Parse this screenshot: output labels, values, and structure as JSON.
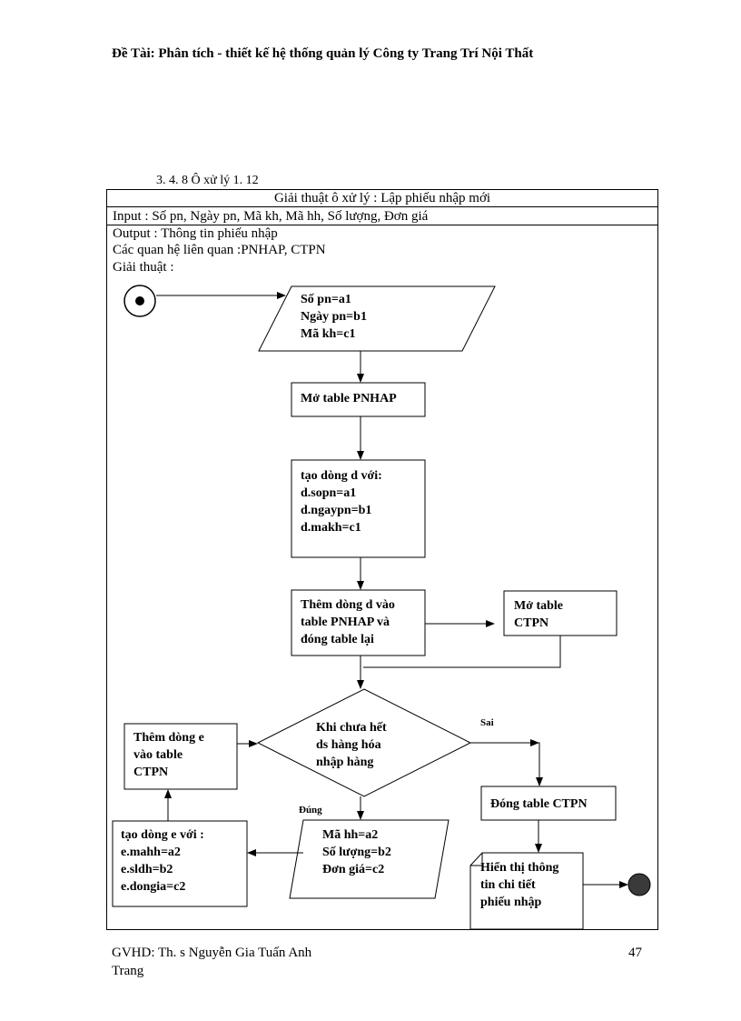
{
  "header": {
    "title": "Đề Tài: Phân tích - thiết kế hệ thống quản lý Công ty Trang Trí Nội Thất"
  },
  "section": {
    "label": "3. 4. 8 Ô xử lý 1. 12"
  },
  "table": {
    "title": "Giải thuật ô xử lý : Lập phiếu nhập mới",
    "input": "Input : Số pn, Ngày pn, Mã kh, Mã hh, Số lượng, Đơn giá",
    "output": "Output : Thông tin phiếu nhập",
    "relations": "Các quan hệ liên quan :PNHAP, CTPN",
    "algorithm_label": "Giải thuật :"
  },
  "flowchart": {
    "input1": [
      "Số pn=a1",
      "Ngày pn=b1",
      "Mã kh=c1"
    ],
    "open_pnhap": [
      "Mở table PNHAP"
    ],
    "create_d": [
      "tạo dòng d với:",
      "d.sopn=a1",
      "d.ngaypn=b1",
      "d.makh=c1"
    ],
    "add_d": [
      "Thêm dòng d vào",
      "table PNHAP và",
      "đóng table lại"
    ],
    "open_ctpn": [
      "Mở table",
      "CTPN"
    ],
    "decision": [
      "Khi chưa hết",
      "ds hàng hóa",
      "nhập hàng"
    ],
    "label_false": "Sai",
    "label_true": "Đúng",
    "add_e": [
      "Thêm dòng e",
      "vào table",
      "CTPN"
    ],
    "input2": [
      "Mã hh=a2",
      "Số lượng=b2",
      "Đơn giá=c2"
    ],
    "create_e": [
      "tạo dòng e với :",
      "e.mahh=a2",
      "e.sldh=b2",
      "e.dongia=c2"
    ],
    "close_ctpn": [
      "Đóng table CTPN"
    ],
    "display": [
      "Hiển thị thông",
      "tin chi tiết",
      "phiếu nhập"
    ]
  },
  "footer": {
    "advisor": "GVHD: Th. s Nguyễn Gia Tuấn Anh",
    "trang": "Trang",
    "page_number": "47"
  }
}
